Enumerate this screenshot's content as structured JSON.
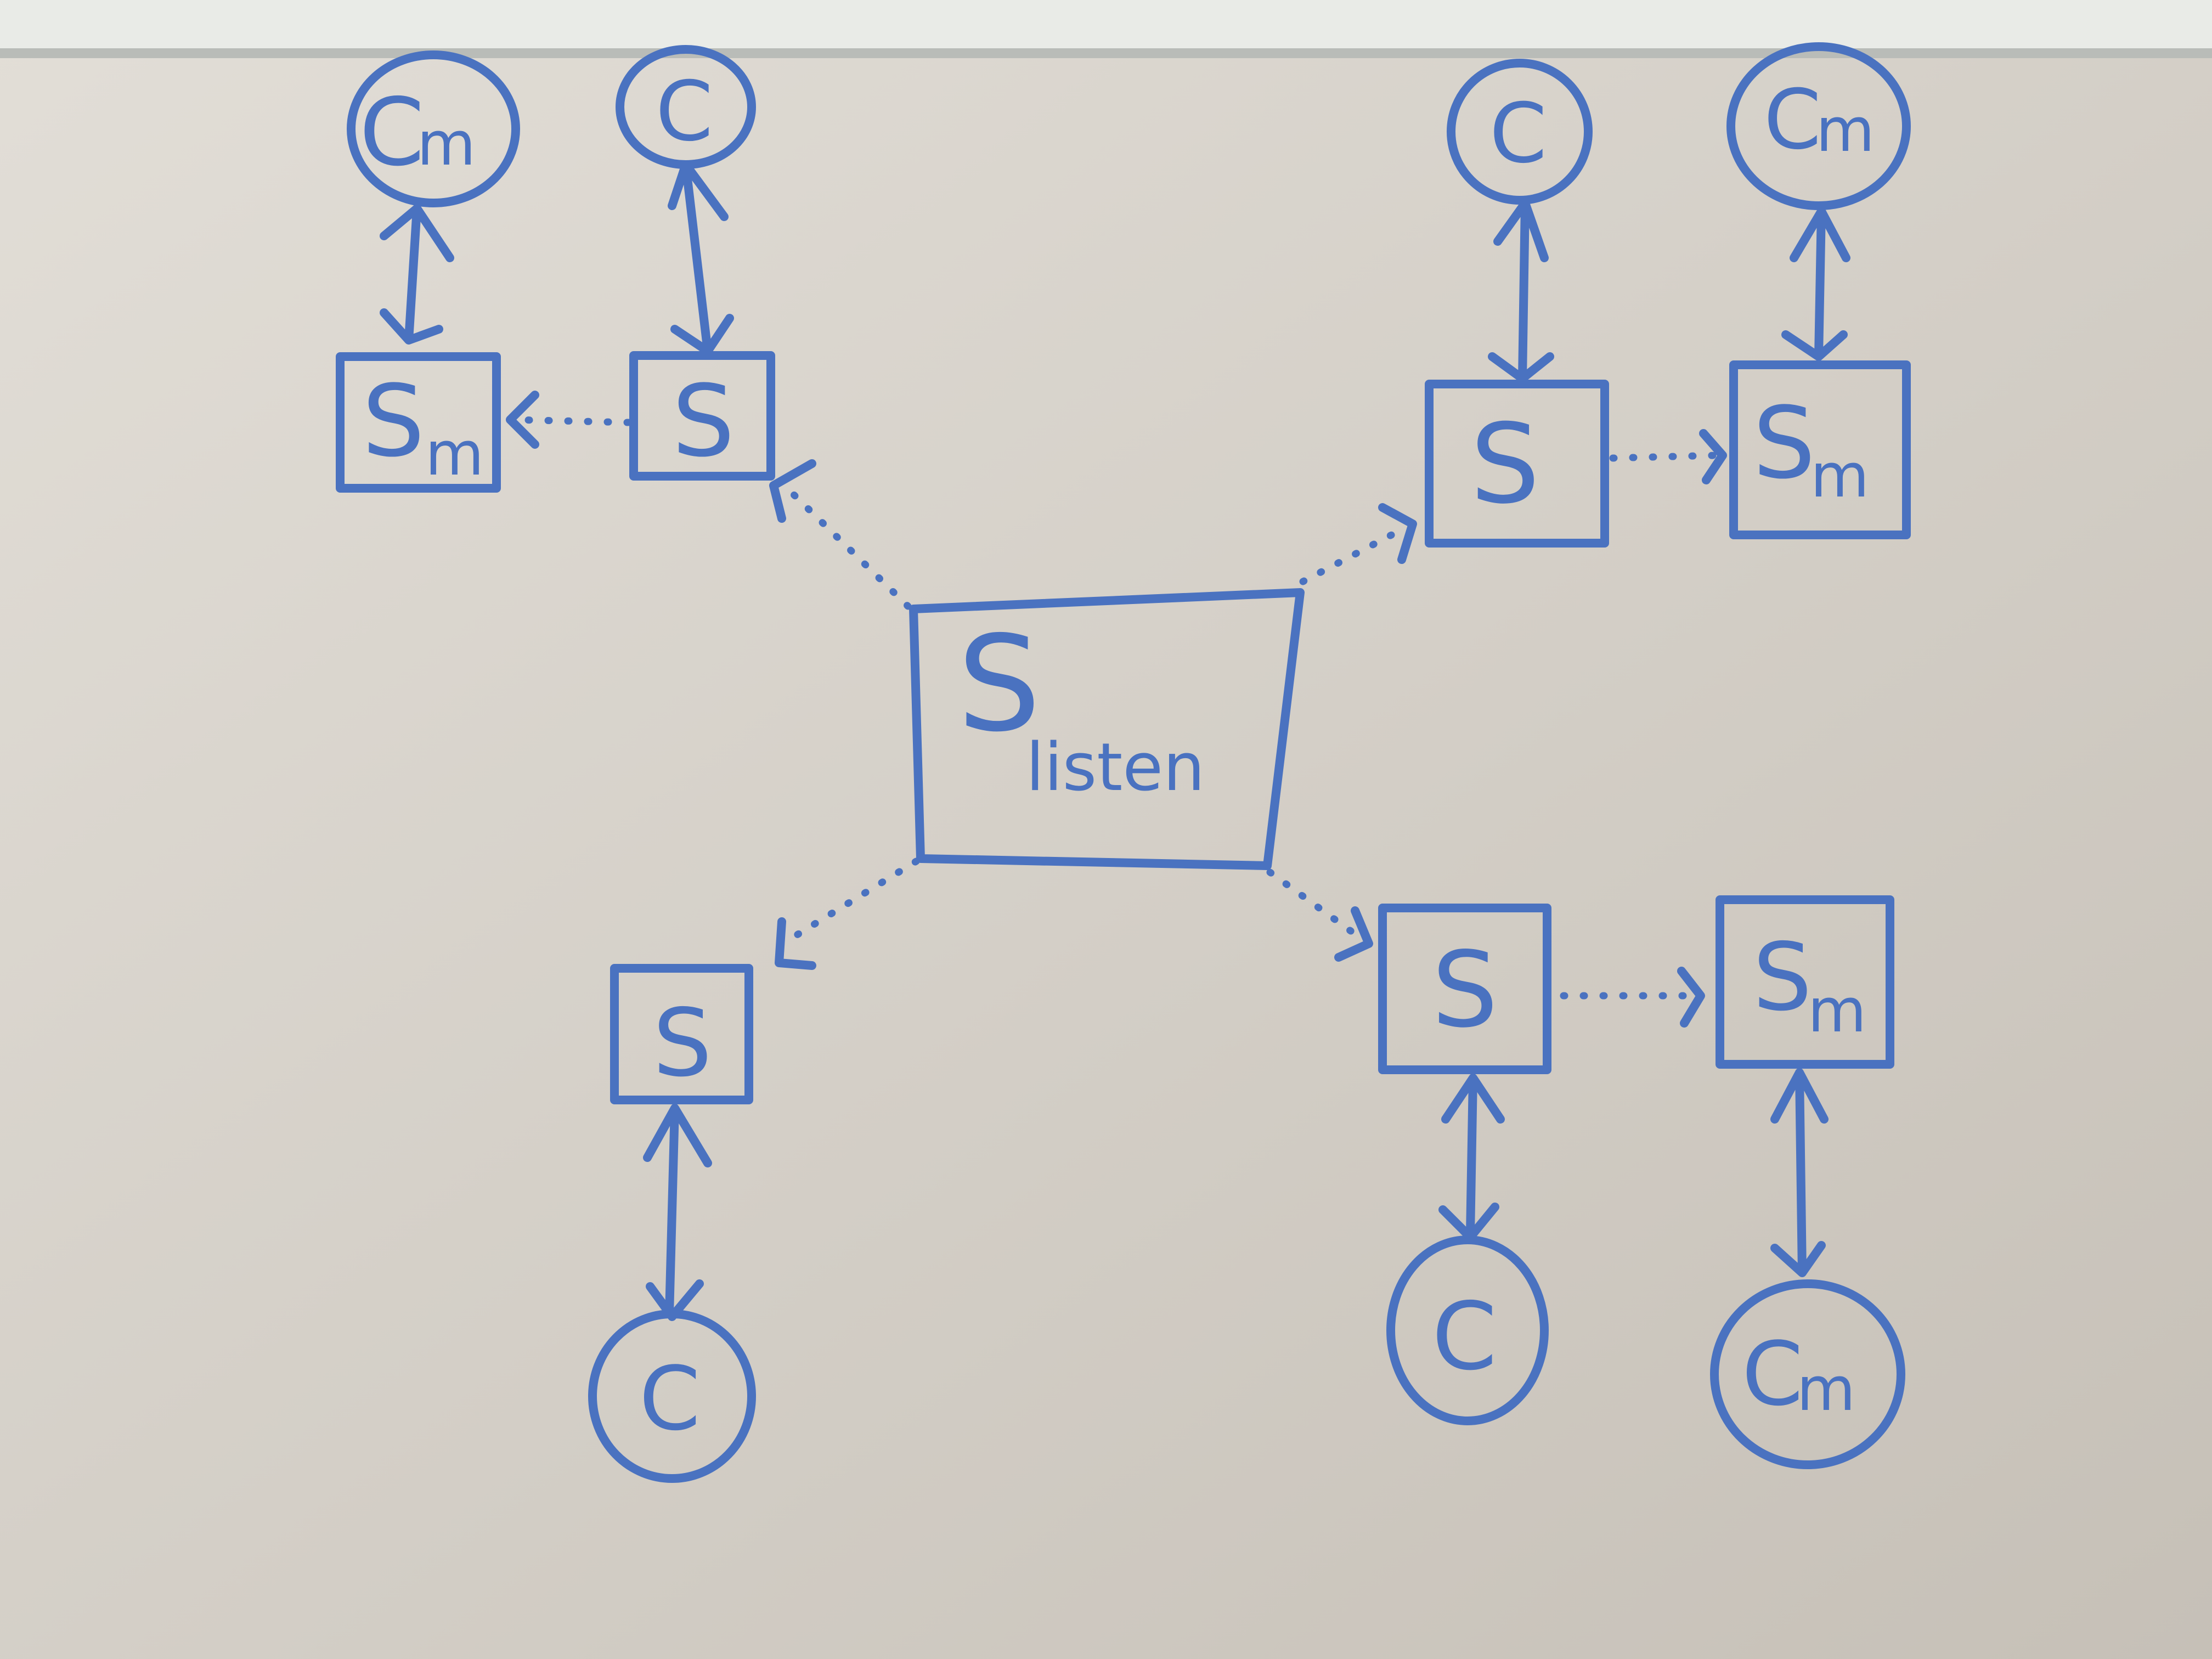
{
  "diagram": {
    "listener": {
      "main": "S",
      "sub": "listen"
    },
    "groups": [
      {
        "id": "top-left",
        "server": {
          "main": "S",
          "sub": ""
        },
        "client": {
          "main": "C",
          "sub": ""
        },
        "mirror_server": {
          "main": "S",
          "sub": "m"
        },
        "mirror_client": {
          "main": "C",
          "sub": "m"
        }
      },
      {
        "id": "top-right",
        "server": {
          "main": "S",
          "sub": ""
        },
        "client": {
          "main": "C",
          "sub": ""
        },
        "mirror_server": {
          "main": "S",
          "sub": "m"
        },
        "mirror_client": {
          "main": "C",
          "sub": "m"
        }
      },
      {
        "id": "bottom-left",
        "server": {
          "main": "S",
          "sub": ""
        },
        "client": {
          "main": "C",
          "sub": ""
        }
      },
      {
        "id": "bottom-right",
        "server": {
          "main": "S",
          "sub": ""
        },
        "client": {
          "main": "C",
          "sub": ""
        },
        "mirror_server": {
          "main": "S",
          "sub": "m"
        },
        "mirror_client": {
          "main": "C",
          "sub": "m"
        }
      }
    ],
    "colors": {
      "ink": "#4a72c0",
      "board": "#cfcac2",
      "frame": "#e6e8e4"
    }
  }
}
